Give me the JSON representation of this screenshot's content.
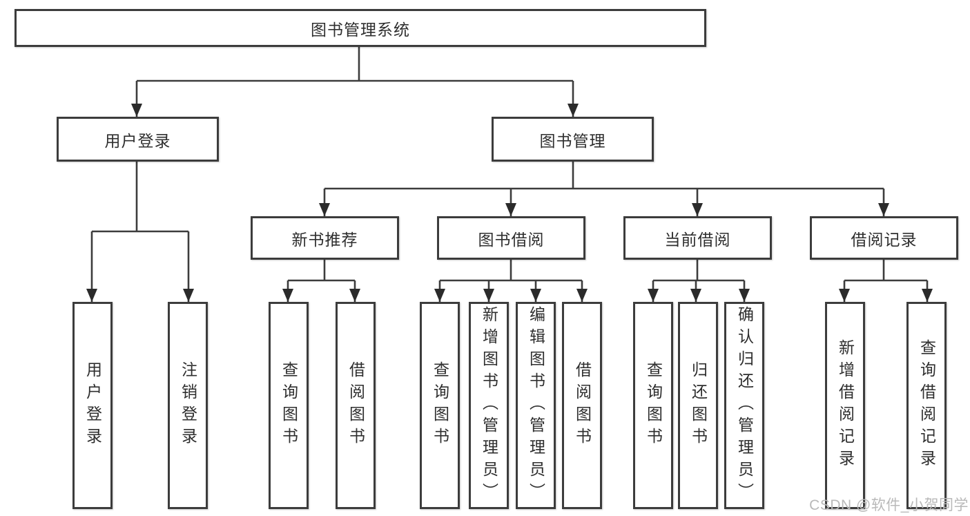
{
  "diagram_title": "图书管理系统",
  "nodes": {
    "root": {
      "label": "图书管理系统"
    },
    "user_login": {
      "label": "用户登录"
    },
    "book_management": {
      "label": "图书管理"
    },
    "user_login_action": {
      "label": "用户登录"
    },
    "logout_action": {
      "label": "注销登录"
    },
    "new_book_recommend": {
      "label": "新书推荐"
    },
    "book_borrow": {
      "label": "图书借阅"
    },
    "current_borrow": {
      "label": "当前借阅"
    },
    "borrow_records": {
      "label": "借阅记录"
    },
    "nbr_query_books": {
      "label": "查询图书"
    },
    "nbr_borrow_books": {
      "label": "借阅图书"
    },
    "bb_query_books": {
      "label": "查询图书"
    },
    "bb_add_books_admin": {
      "label": "新增图书（管理员）"
    },
    "bb_edit_books_admin": {
      "label": "编辑图书（管理员）"
    },
    "bb_borrow_books": {
      "label": "借阅图书"
    },
    "cb_query_books": {
      "label": "查询图书"
    },
    "cb_return_books": {
      "label": "归还图书"
    },
    "cb_confirm_return_admin": {
      "label": "确认归还（管理员）"
    },
    "br_add_record": {
      "label": "新增借阅记录"
    },
    "br_query_record": {
      "label": "查询借阅记录"
    }
  },
  "hierarchy": [
    {
      "parent": "图书管理系统",
      "children": [
        "用户登录",
        "图书管理"
      ]
    },
    {
      "parent": "用户登录",
      "children": [
        "用户登录",
        "注销登录"
      ]
    },
    {
      "parent": "图书管理",
      "children": [
        "新书推荐",
        "图书借阅",
        "当前借阅",
        "借阅记录"
      ]
    },
    {
      "parent": "新书推荐",
      "children": [
        "查询图书",
        "借阅图书"
      ]
    },
    {
      "parent": "图书借阅",
      "children": [
        "查询图书",
        "新增图书（管理员）",
        "编辑图书（管理员）",
        "借阅图书"
      ]
    },
    {
      "parent": "当前借阅",
      "children": [
        "查询图书",
        "归还图书",
        "确认归还（管理员）"
      ]
    },
    {
      "parent": "借阅记录",
      "children": [
        "新增借阅记录",
        "查询借阅记录"
      ]
    }
  ],
  "watermark": {
    "text": "CSDN @软件_小贺同学"
  },
  "colors": {
    "line": "#3c3c3c",
    "arrow": "#2b2b2b",
    "text": "#2e2e2e",
    "watermark": "#b9b9b9",
    "background": "#ffffff"
  }
}
